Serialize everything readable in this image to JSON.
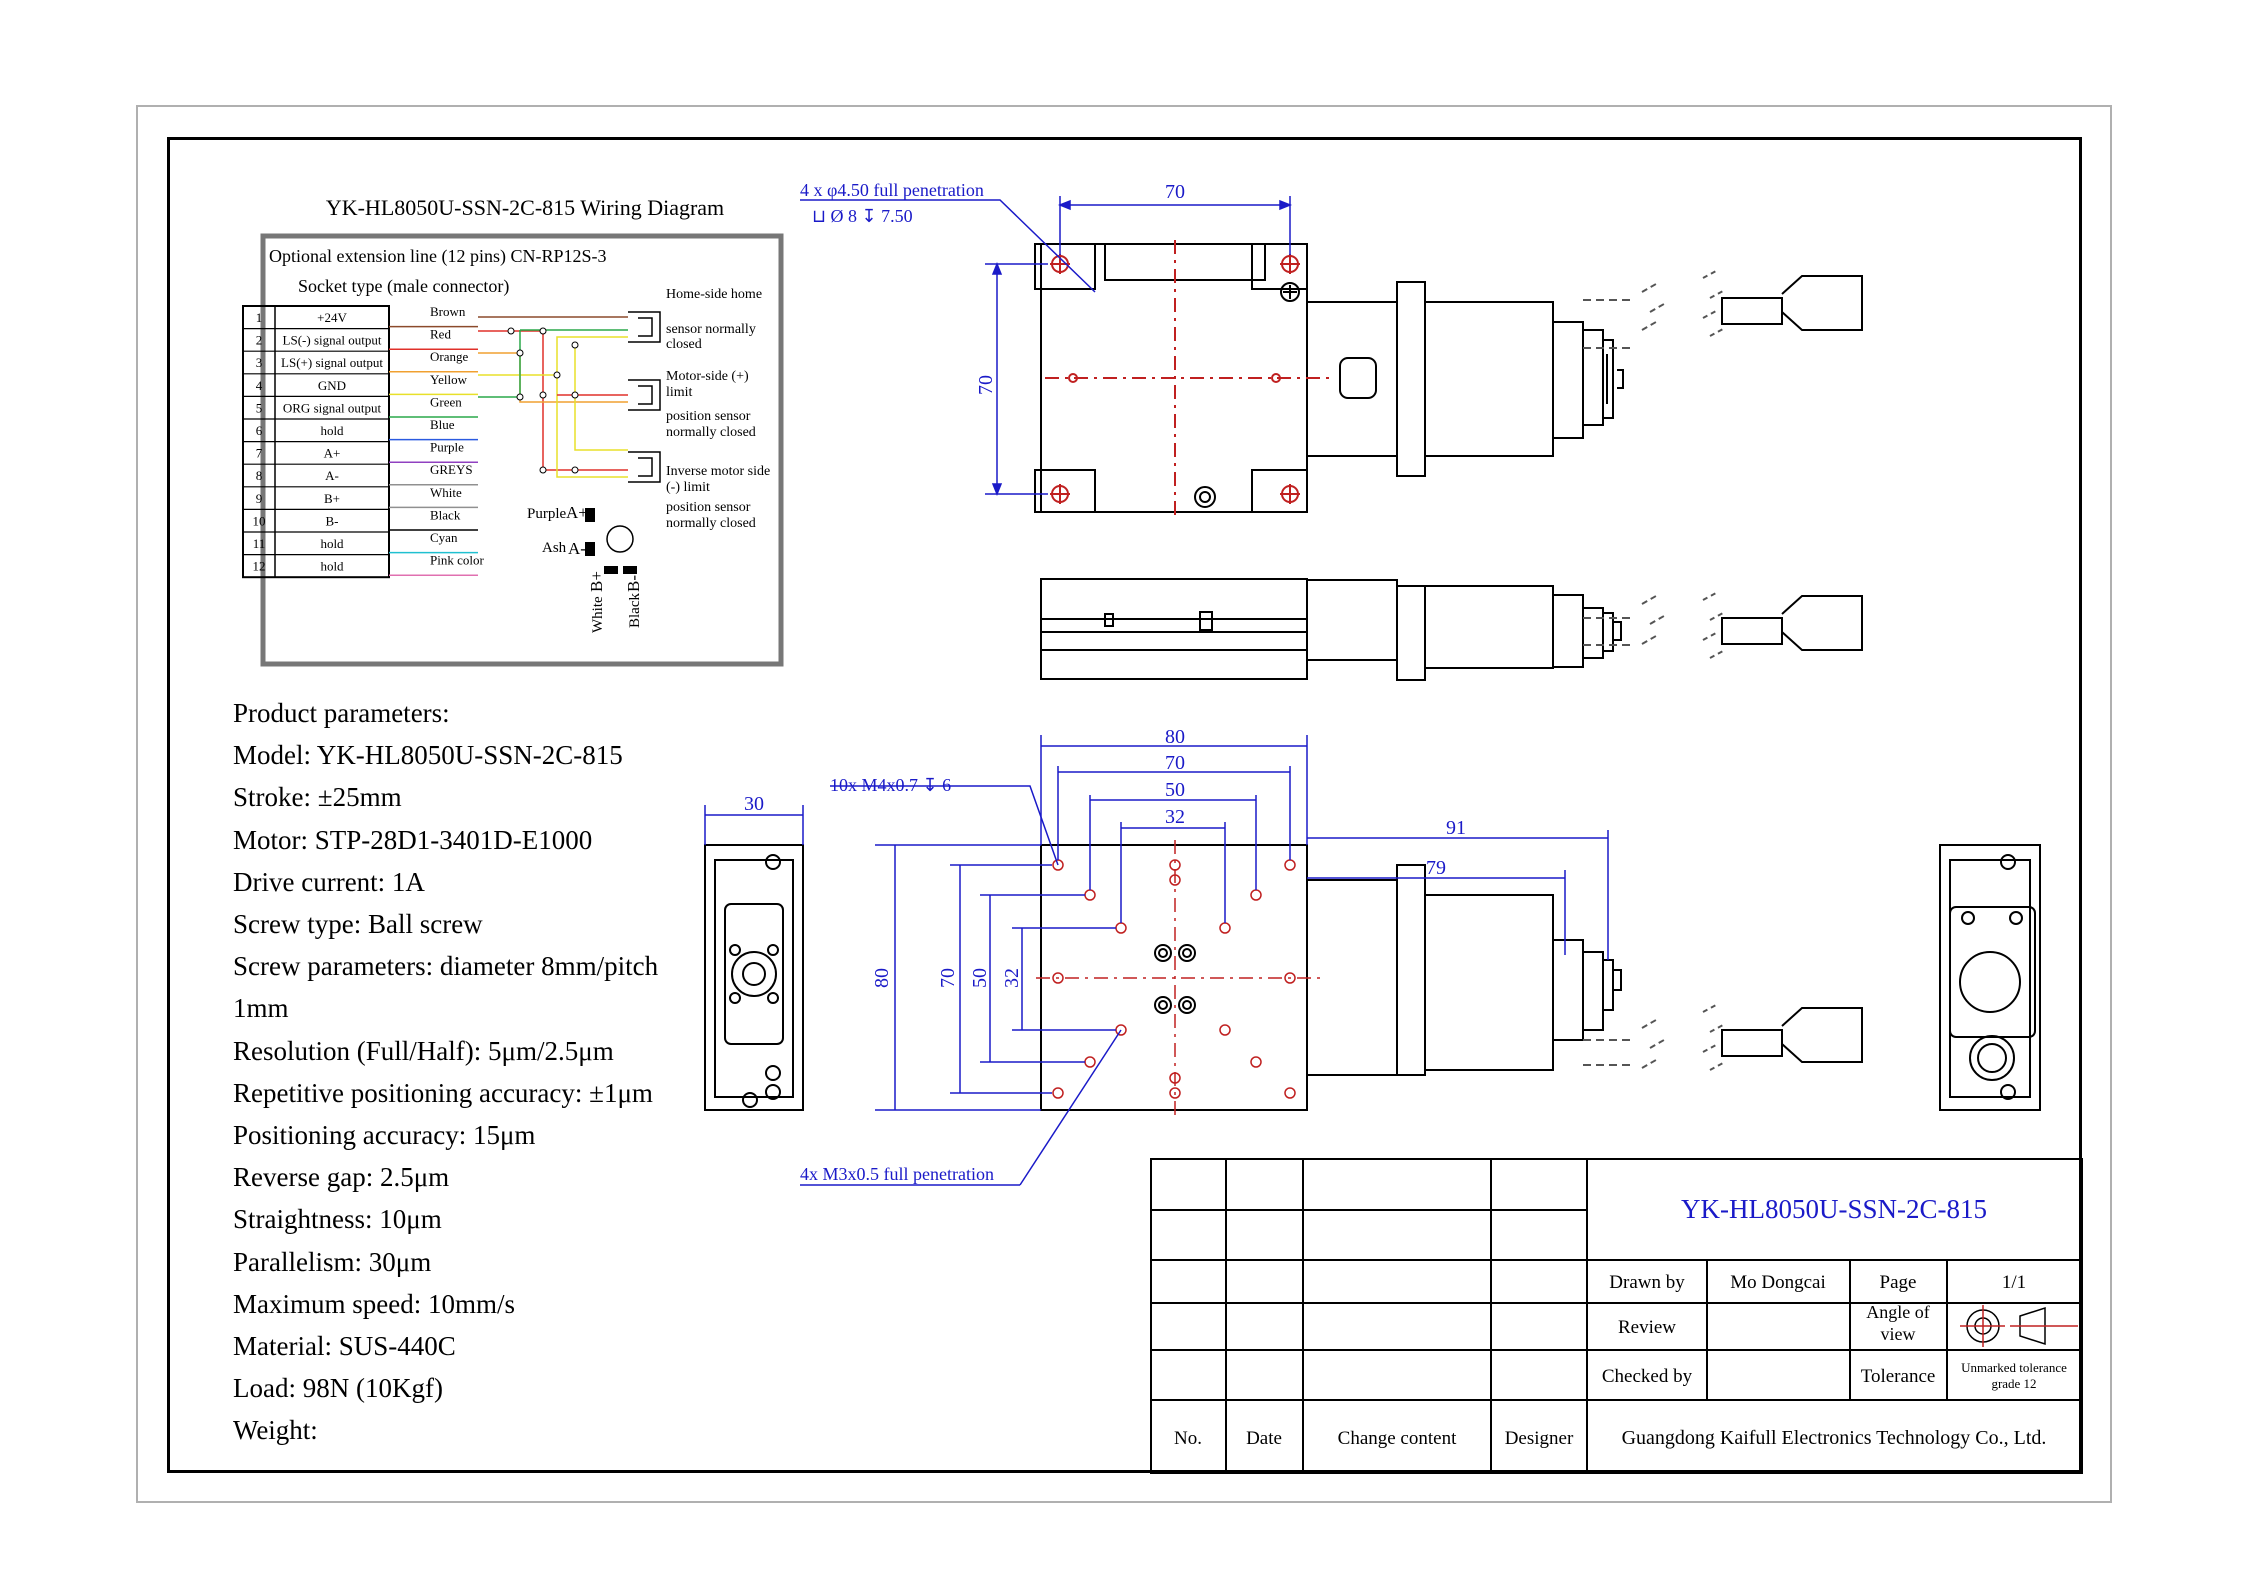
{
  "wiring": {
    "title": "YK-HL8050U-SSN-2C-815 Wiring Diagram",
    "ext_line": "Optional extension line (12 pins) CN-RP12S-3",
    "socket_type": "Socket type (male connector)",
    "pins": [
      {
        "no": "1",
        "signal": "+24V",
        "color": "Brown"
      },
      {
        "no": "2",
        "signal": "LS(-) signal output",
        "color": "Red"
      },
      {
        "no": "3",
        "signal": "LS(+) signal output",
        "color": "Orange"
      },
      {
        "no": "4",
        "signal": "GND",
        "color": "Yellow"
      },
      {
        "no": "5",
        "signal": "ORG signal output",
        "color": "Green"
      },
      {
        "no": "6",
        "signal": "hold",
        "color": "Blue"
      },
      {
        "no": "7",
        "signal": "A+",
        "color": "Purple"
      },
      {
        "no": "8",
        "signal": "A-",
        "color": "GREYS"
      },
      {
        "no": "9",
        "signal": "B+",
        "color": "White"
      },
      {
        "no": "10",
        "signal": "B-",
        "color": "Black"
      },
      {
        "no": "11",
        "signal": "hold",
        "color": "Cyan"
      },
      {
        "no": "12",
        "signal": "hold",
        "color": "Pink color"
      }
    ],
    "sensors": {
      "home_title": "Home-side home",
      "home_l1": "sensor normally",
      "home_l2": "closed",
      "motor_l1": "Motor-side (+)",
      "motor_l2": "limit",
      "motor_l3": "position sensor",
      "motor_l4": "normally closed",
      "inverse_l1": "Inverse motor side",
      "inverse_l2": "(-) limit",
      "inverse_l3": "position sensor",
      "inverse_l4": "normally closed"
    },
    "motor_leads": {
      "purple": "Purple",
      "a_plus": "A+",
      "ash": "Ash",
      "a_minus": "A-",
      "white": "White",
      "b_plus": "B+",
      "black": "Black",
      "b_minus": "B-"
    },
    "wire_colors": {
      "brown": "#8b4a2b",
      "red": "#e0302a",
      "orange": "#f0a030",
      "yellow": "#e8e02a",
      "green": "#2aa84a",
      "blue": "#2a5ae0",
      "purple": "#9040c0",
      "grey": "#909090",
      "black": "#000000",
      "cyan": "#20c0d0",
      "pink": "#e070b0",
      "white": "#ffffff"
    }
  },
  "params": {
    "heading": "Product parameters:",
    "model": "Model: YK-HL8050U-SSN-2C-815",
    "stroke": "Stroke: ±25mm",
    "motor": "Motor: STP-28D1-3401D-E1000",
    "drive_current": "Drive current: 1A",
    "screw_type": "Screw type: Ball screw",
    "screw_params_1": "Screw parameters: diameter 8mm/pitch",
    "screw_params_2": "1mm",
    "resolution": "Resolution (Full/Half): 5μm/2.5μm",
    "repeat": "Repetitive positioning accuracy: ±1μm",
    "positioning": "Positioning accuracy: 15μm",
    "reverse_gap": "Reverse gap: 2.5μm",
    "straightness": "Straightness: 10μm",
    "parallelism": "Parallelism: 30μm",
    "max_speed": "Maximum speed: 10mm/s",
    "material": "Material: SUS-440C",
    "load": "Load: 98N (10Kgf)",
    "weight": "Weight:"
  },
  "dimensions": {
    "top_hole_note": "4 x φ4.50 full penetration",
    "top_cbore_note": "⊔ Ø 8 ↧ 7.50",
    "top_width": "70",
    "top_height": "70",
    "bottom_80": "80",
    "bottom_70": "70",
    "bottom_50": "50",
    "bottom_32": "32",
    "tap_note": "10x M4x0.7 ↧ 6",
    "side_30": "30",
    "left_80": "80",
    "left_70": "70",
    "left_50": "50",
    "left_32": "32",
    "len_91": "91",
    "len_79": "79",
    "m3_note": "4x M3x0.5 full penetration"
  },
  "title_block": {
    "part_name": "YK-HL8050U-SSN-2C-815",
    "drawn_by_label": "Drawn by",
    "drawn_by_value": "Mo Dongcai",
    "page_label": "Page",
    "page_value": "1/1",
    "review_label": "Review",
    "angle_label_1": "Angle of",
    "angle_label_2": "view",
    "checked_label": "Checked by",
    "tolerance_label": "Tolerance",
    "tolerance_value_1": "Unmarked tolerance",
    "tolerance_value_2": "grade 12",
    "col_no": "No.",
    "col_date": "Date",
    "col_change": "Change content",
    "col_designer": "Designer",
    "company": "Guangdong Kaifull Electronics Technology Co., Ltd."
  },
  "colors": {
    "dimension_blue": "#1a1ac8",
    "center_red": "#d02020",
    "line_black": "#000000",
    "frame_grey": "#b0b0b0"
  }
}
